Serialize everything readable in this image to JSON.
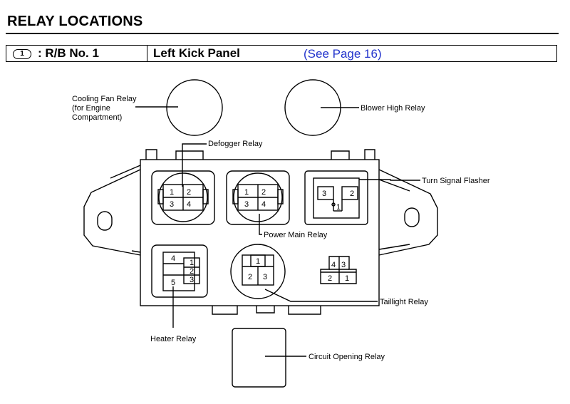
{
  "page": {
    "title": "RELAY LOCATIONS"
  },
  "header": {
    "badge": "1",
    "block": ": R/B No. 1",
    "location": "Left Kick Panel",
    "link": "(See Page 16)"
  },
  "relays": {
    "cooling_fan": [
      "Cooling Fan Relay",
      "(for Engine",
      "Compartment)"
    ],
    "blower_high": "Blower High Relay",
    "defogger": "Defogger Relay",
    "turn_signal": "Turn Signal Flasher",
    "power_main": "Power Main Relay",
    "taillight": "Taillight Relay",
    "heater": "Heater Relay",
    "circuit_opening": "Circuit Opening Relay"
  },
  "pins": {
    "defogger": [
      "1",
      "2",
      "3",
      "4"
    ],
    "power_main": [
      "1",
      "2",
      "3",
      "4"
    ],
    "turn_signal": [
      "3",
      "2",
      "1"
    ],
    "heater": [
      "4",
      "5",
      "1",
      "2",
      "3"
    ],
    "taillight": [
      "1",
      "2",
      "3"
    ],
    "small_connector": [
      "4",
      "3",
      "2",
      "1"
    ]
  }
}
